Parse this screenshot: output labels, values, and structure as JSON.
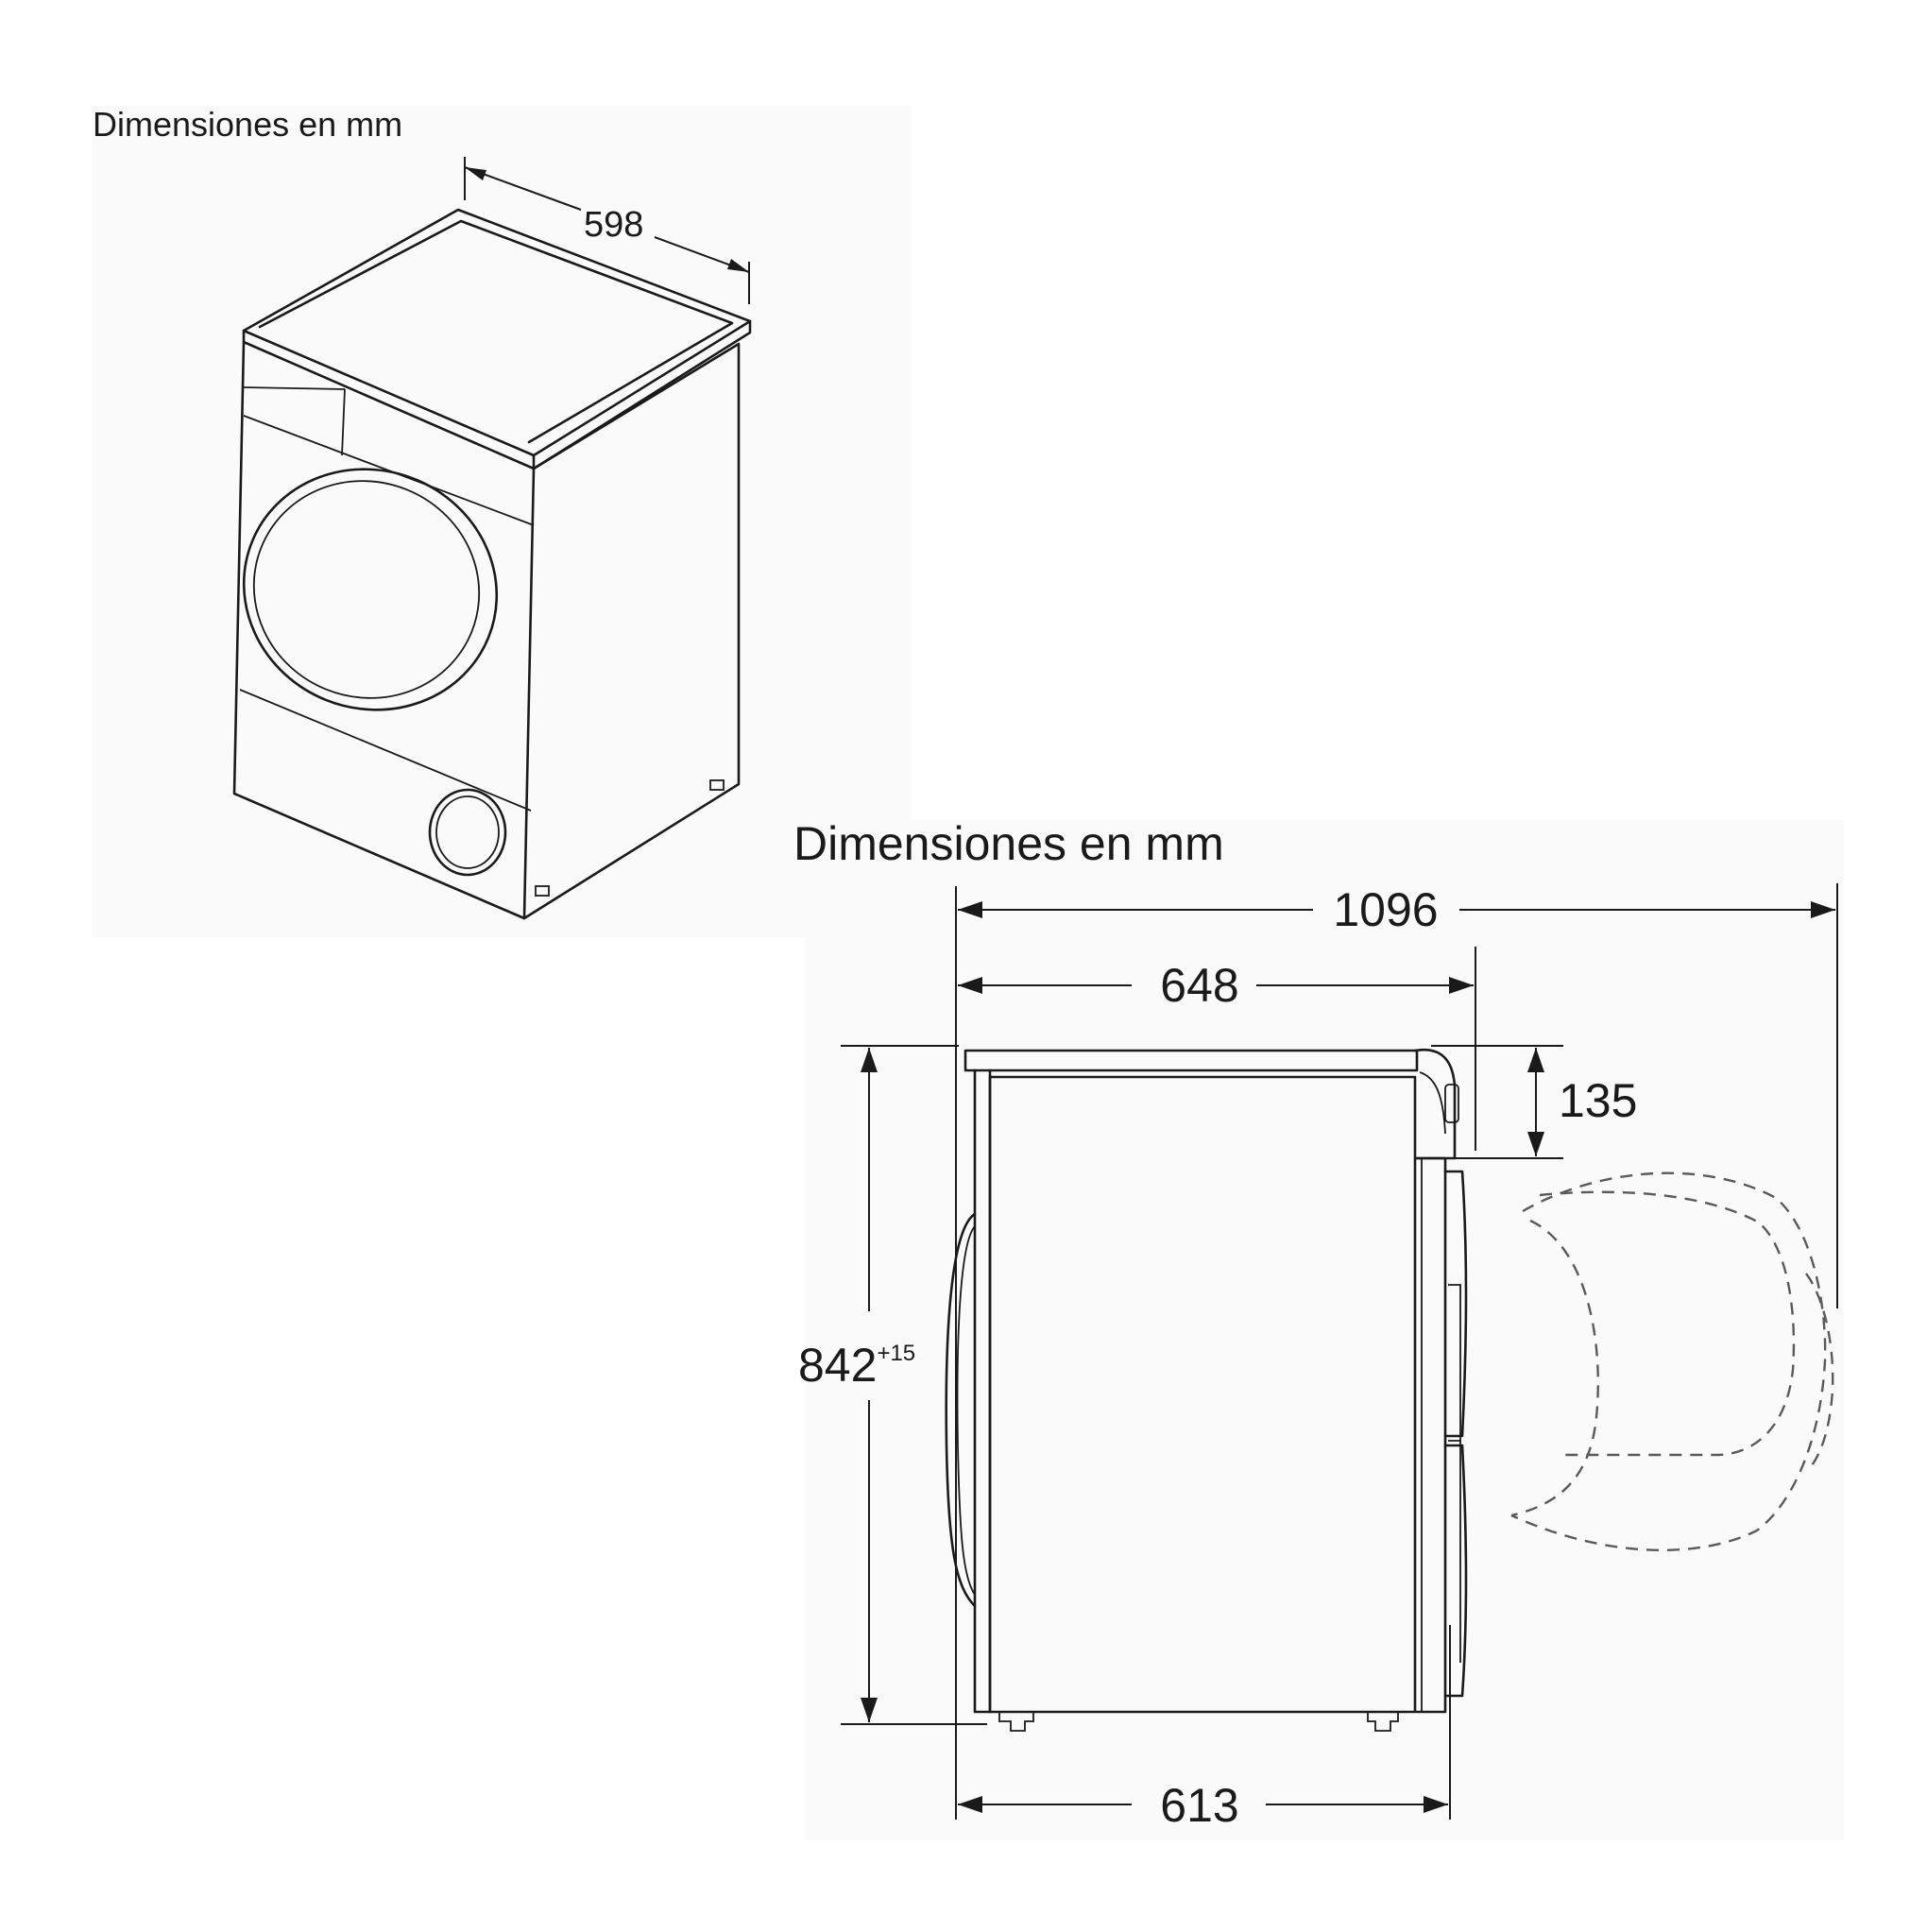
{
  "iso_view": {
    "caption": "Dimensiones en mm",
    "width_label": "598"
  },
  "side_view": {
    "caption": "Dimensiones en mm",
    "depth_door_open": "1096",
    "depth_total": "648",
    "control_panel_height": "135",
    "height_main": "842",
    "height_tolerance": "+15",
    "depth_body": "613"
  }
}
